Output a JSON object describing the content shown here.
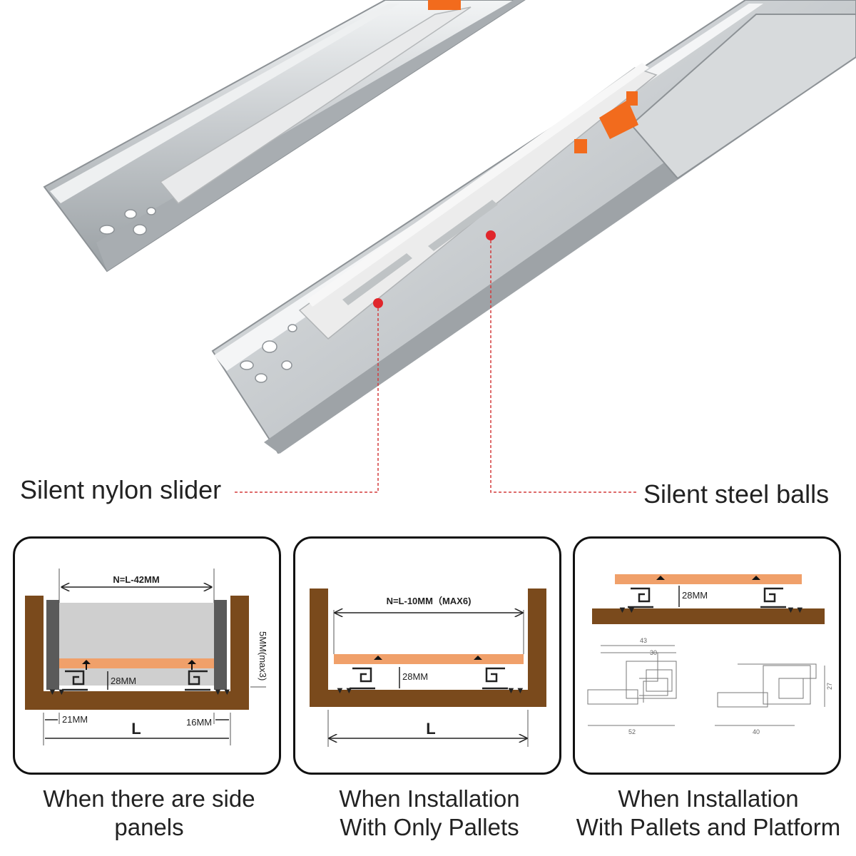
{
  "callouts": {
    "left": "Silent nylon slider",
    "right": "Silent steel balls"
  },
  "panels": [
    {
      "dim_top": "N=L-42MM",
      "dim_height": "28MM",
      "dim_side": "5MM(max3)",
      "dim_left": "21MM",
      "dim_right": "16MM",
      "dim_length": "L",
      "caption": [
        "When there are side",
        "panels"
      ]
    },
    {
      "dim_top": "N=L-10MM（MAX6)",
      "dim_height": "28MM",
      "dim_length": "L",
      "caption": [
        "When Installation",
        "With Only Pallets"
      ]
    },
    {
      "dim_height": "28MM",
      "detail_a": [
        "43",
        "30",
        "52"
      ],
      "detail_b": [
        "40",
        "27"
      ],
      "caption": [
        "When Installation",
        "With Pallets and Platform"
      ]
    }
  ],
  "colors": {
    "wood": "#7a4a1c",
    "pallet": "#f0a06a",
    "panel_gray": "#5a5a5a",
    "fill_gray": "#cfcfcf",
    "marker_red": "#e0262b",
    "leader_red": "#d33b3b",
    "slider_orange": "#f26b1d"
  }
}
